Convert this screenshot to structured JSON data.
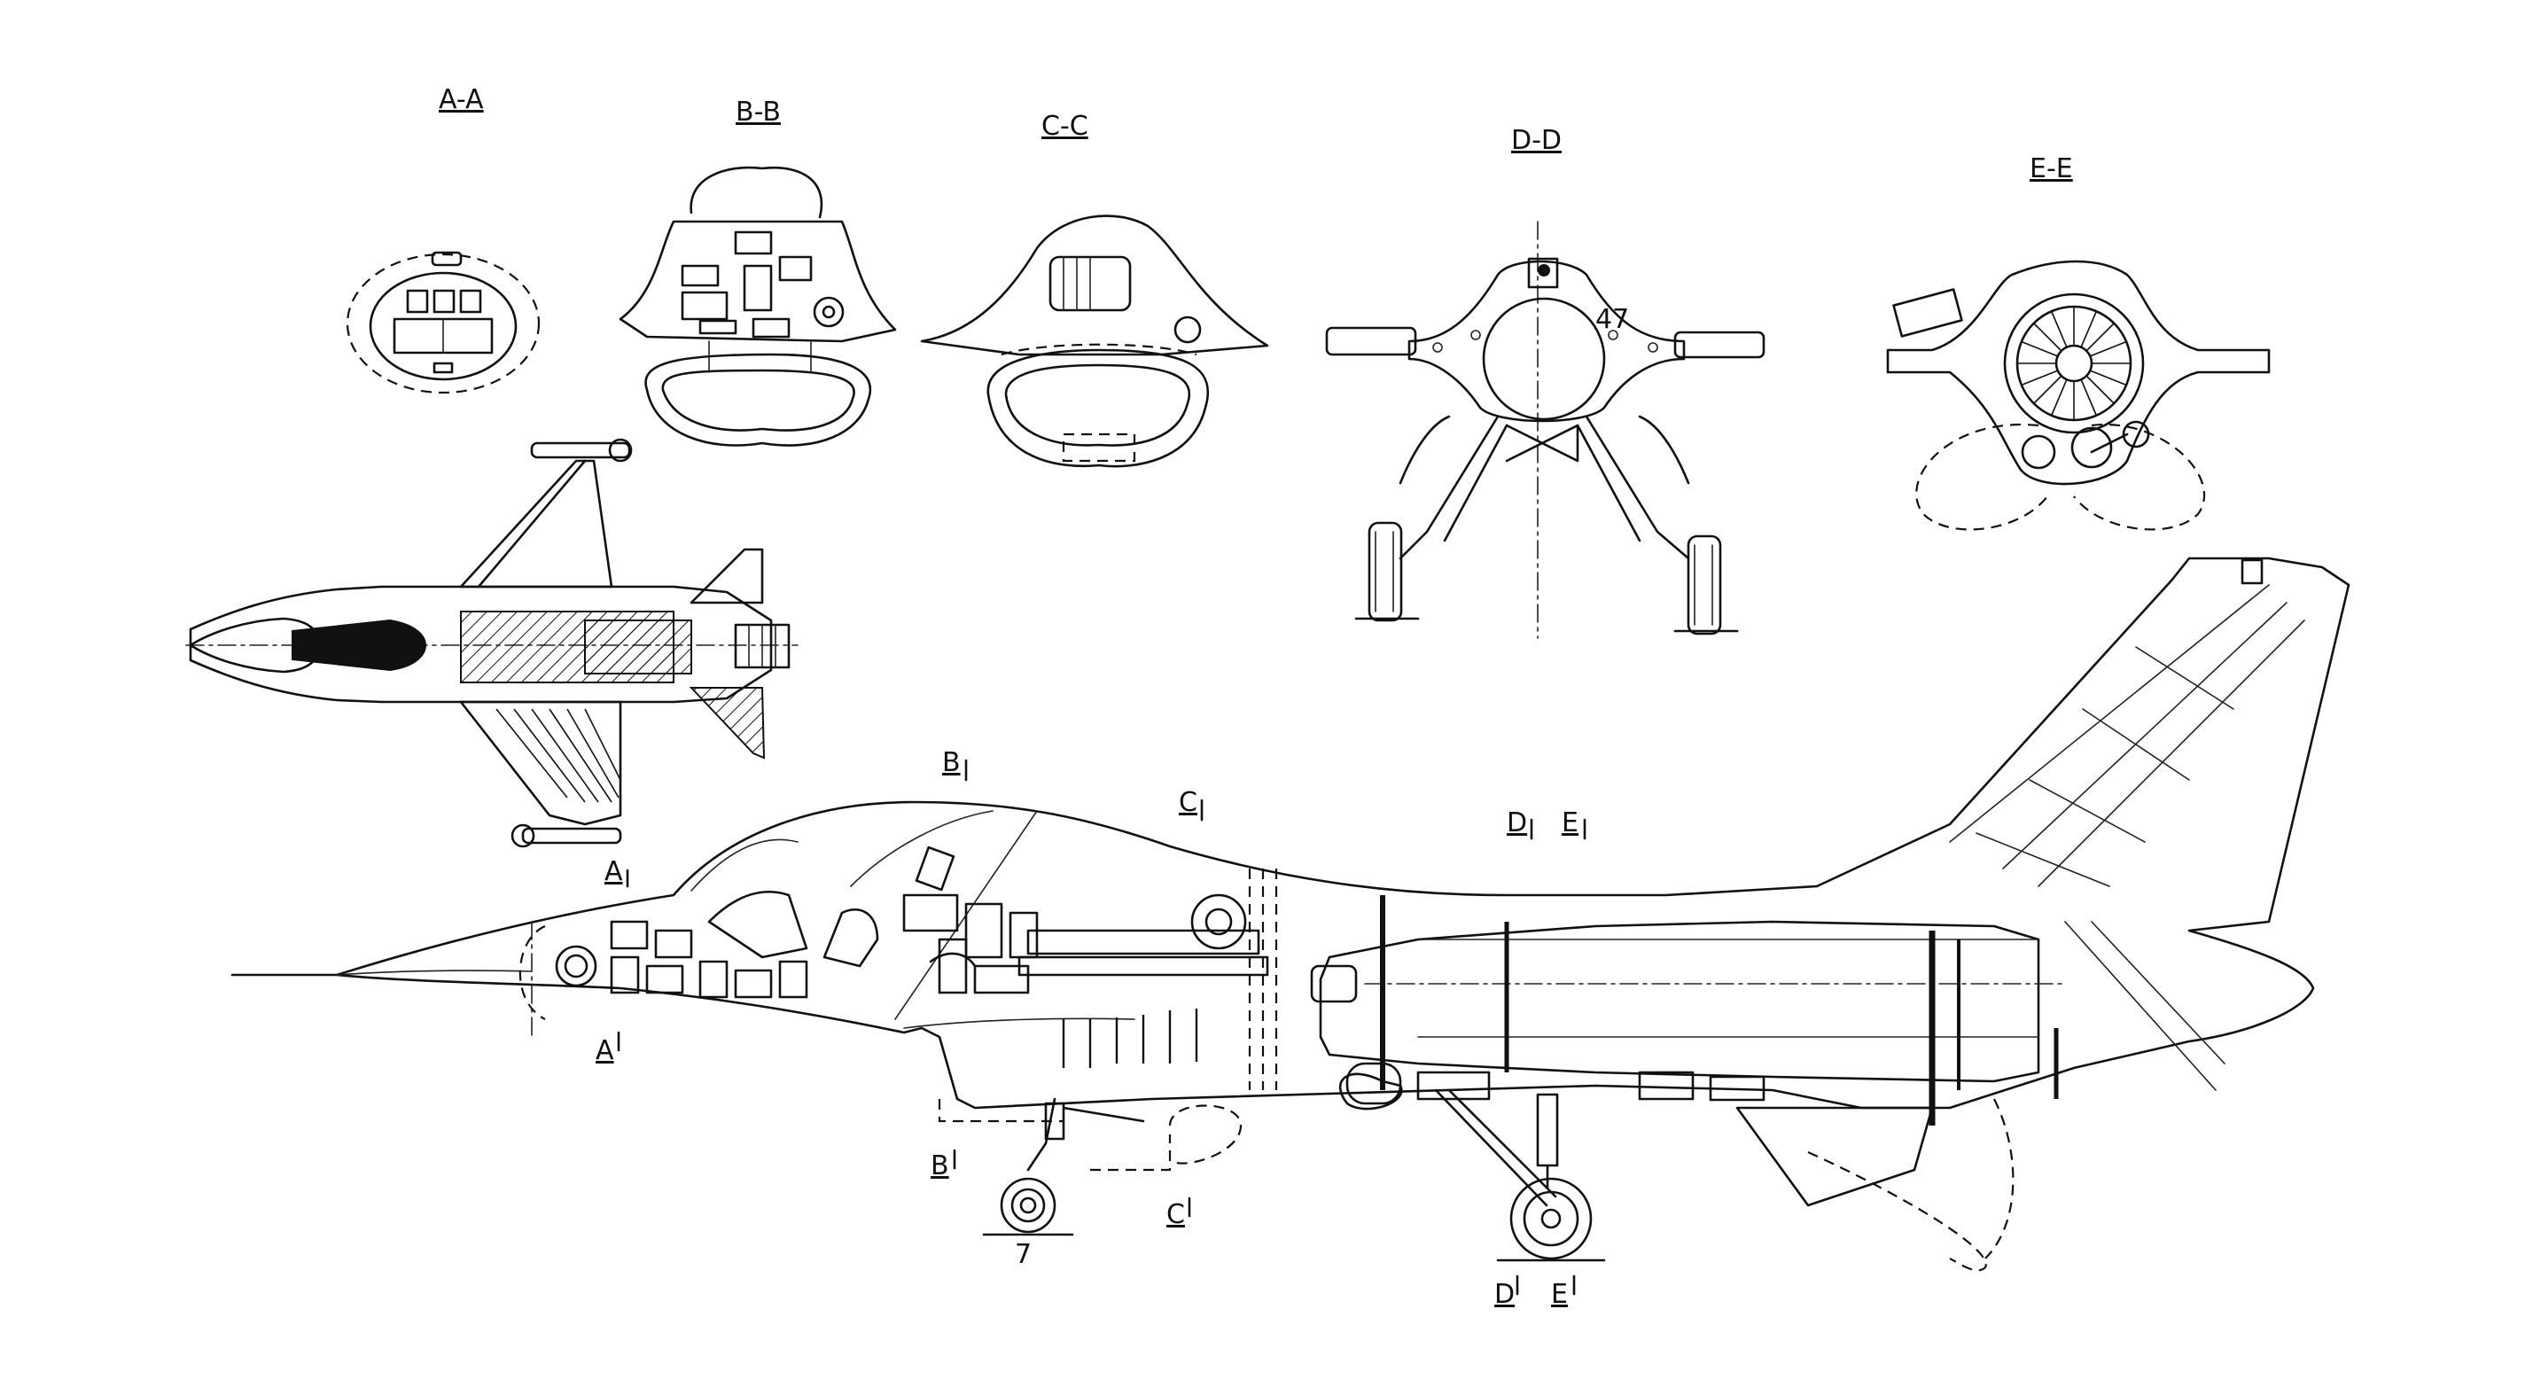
{
  "sections": {
    "a_top": "A-A",
    "b_top": "B-B",
    "c_top": "C-C",
    "d_top": "D-D",
    "e_top": "E-E"
  },
  "markers": {
    "a_upper": "A",
    "a_lower": "A",
    "b_upper": "B",
    "b_lower": "B",
    "c_upper": "C",
    "c_lower": "C",
    "d_upper": "D",
    "d_lower": "D",
    "e_upper": "E",
    "e_lower": "E"
  },
  "callouts": {
    "nose_wheel": "7",
    "main_gear_frame": "47"
  }
}
